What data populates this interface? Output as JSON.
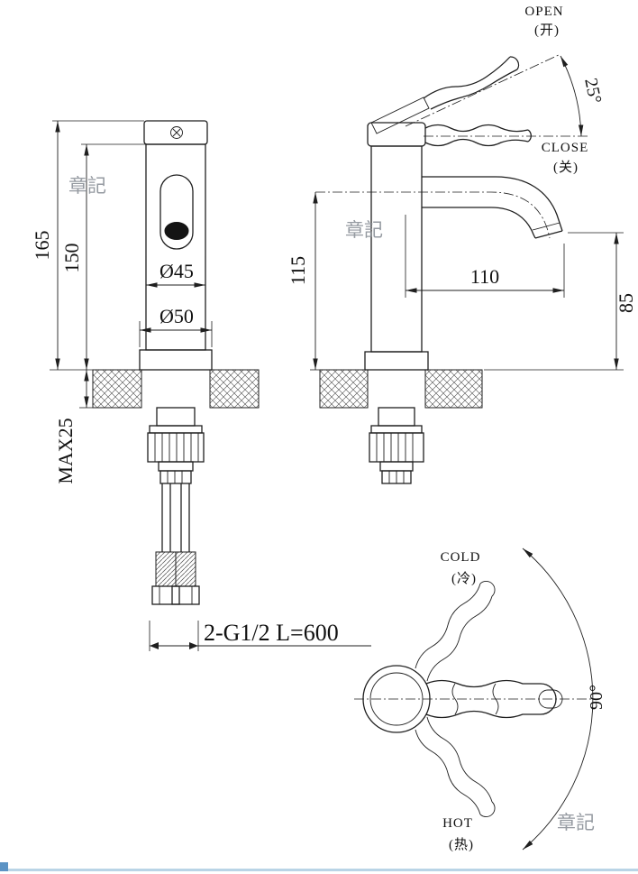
{
  "watermarks": {
    "front": "章記",
    "side": "章記",
    "top": "章記"
  },
  "front_view": {
    "dim_height_total": "165",
    "dim_height_body": "150",
    "dim_max_thickness": "MAX25",
    "dim_body_diameter": "Ø45",
    "dim_base_diameter": "Ø50",
    "hose_spec": "2-G1/2 L=600"
  },
  "side_view": {
    "open_label": "OPEN",
    "open_cn": "(开)",
    "close_label": "CLOSE",
    "close_cn": "(关)",
    "handle_angle": "25°",
    "dim_spout_height": "115",
    "dim_spout_reach": "110",
    "dim_outlet_height": "85"
  },
  "top_view": {
    "cold_label": "COLD",
    "cold_cn": "(冷)",
    "hot_label": "HOT",
    "hot_cn": "(热)",
    "swivel_angle": "90°"
  }
}
